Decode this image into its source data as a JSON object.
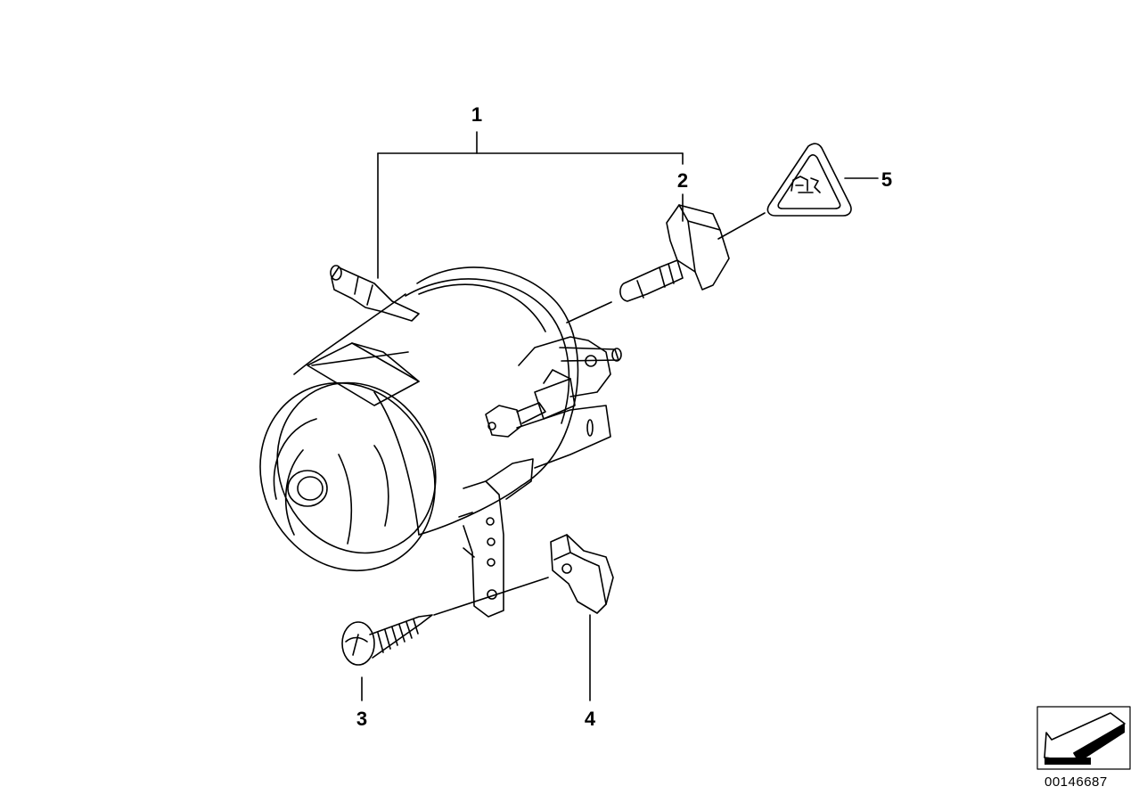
{
  "diagram": {
    "callouts": [
      {
        "id": "1",
        "label": "1"
      },
      {
        "id": "2",
        "label": "2"
      },
      {
        "id": "3",
        "label": "3"
      },
      {
        "id": "4",
        "label": "4"
      },
      {
        "id": "5",
        "label": "5"
      }
    ],
    "document_number": "00146687",
    "line_color": "#000000",
    "background": "#ffffff",
    "icons": [
      "fog-lamp-assembly-icon",
      "bulb-icon",
      "warning-triangle-icon",
      "screw-icon",
      "clip-nut-icon",
      "direction-arrow-icon"
    ]
  }
}
